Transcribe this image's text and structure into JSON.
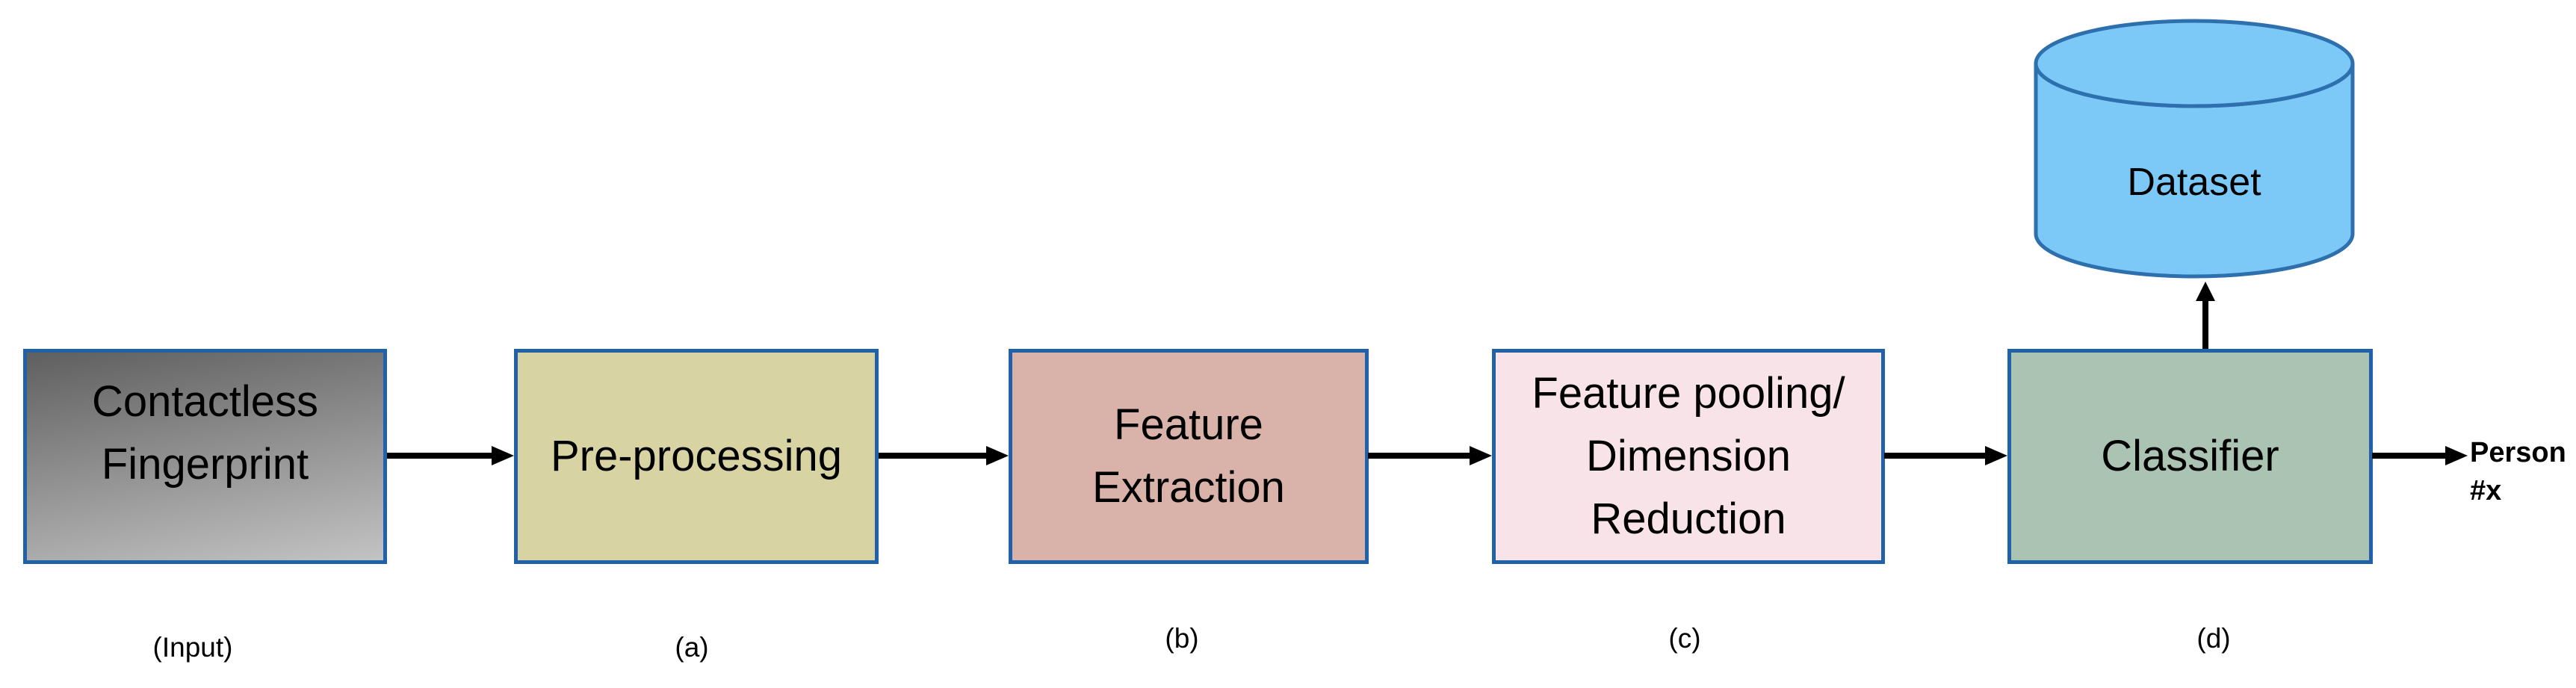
{
  "nodes": [
    {
      "id": "input",
      "lines": [
        "Contactless",
        "Fingerprint"
      ],
      "caption": "(Input)",
      "fill_top": "#5f5f5f",
      "fill_bottom": "#c3c3c3"
    },
    {
      "id": "pre-processing",
      "lines": [
        "Pre-processing"
      ],
      "caption": "(a)",
      "fill": "#d7d3a2"
    },
    {
      "id": "feature-extraction",
      "lines": [
        "Feature",
        "Extraction"
      ],
      "caption": "(b)",
      "fill": "#d9b2a9"
    },
    {
      "id": "feature-pooling-dimension-reduction",
      "lines": [
        "Feature pooling/",
        "Dimension",
        "Reduction"
      ],
      "caption": "(c)",
      "fill": "#f8e3e9"
    },
    {
      "id": "classifier",
      "lines": [
        "Classifier"
      ],
      "caption": "(d)",
      "fill": "#abc3b3"
    }
  ],
  "dataset": {
    "label": "Dataset",
    "fill": "#7cc9f7",
    "border": "#2e6fae"
  },
  "output": {
    "line1": "Person",
    "line2": "#x"
  },
  "colors": {
    "node_border": "#2061a9",
    "arrow": "#000000",
    "text": "#000000"
  }
}
